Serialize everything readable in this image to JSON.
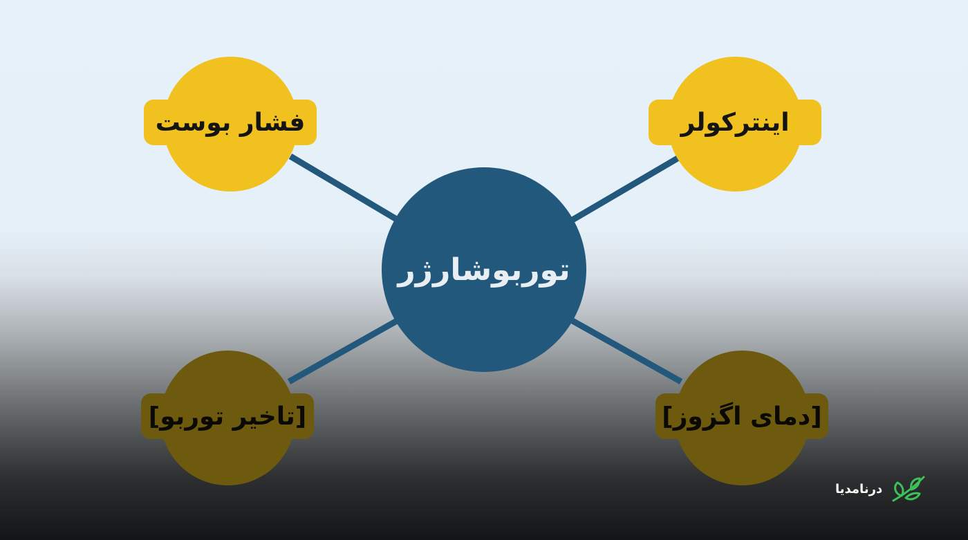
{
  "diagram": {
    "center": {
      "label": "توربوشارژر"
    },
    "nodes": [
      {
        "id": "top-left",
        "label": "فشار بوست"
      },
      {
        "id": "top-right",
        "label": "اینترکولر"
      },
      {
        "id": "bottom-left",
        "label": "[تاخیر توربو]"
      },
      {
        "id": "bottom-right",
        "label": "[دمای اگزوز]"
      }
    ]
  },
  "logo": {
    "text": "درنامدیا"
  },
  "colors": {
    "hub": "#23587d",
    "node_bright": "#f1c11f",
    "node_dim": "#6e5a0e",
    "connector": "#23587d",
    "logo_leaf": "#3fbf5a"
  }
}
